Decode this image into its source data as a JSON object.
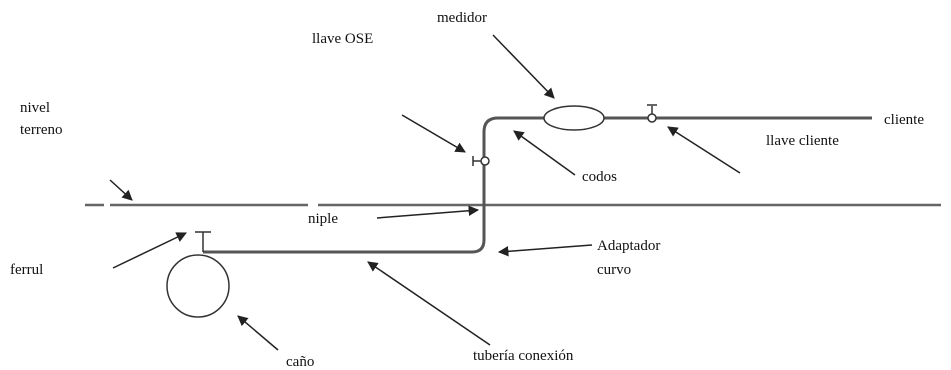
{
  "labels": {
    "medidor": "medidor",
    "llave_ose": "llave OSE",
    "nivel_terreno_line1": "nivel",
    "nivel_terreno_line2": "terreno",
    "cliente": "cliente",
    "llave_cliente": "llave cliente",
    "codos": "codos",
    "niple": "niple",
    "adaptador_line1": "Adaptador",
    "adaptador_line2": "curvo",
    "ferrul": "ferrul",
    "cano": "caño",
    "tuberia_conexion": "tubería conexión"
  },
  "colors": {
    "pipe": "#555555",
    "ground": "#666666",
    "text": "#111111",
    "background": "#ffffff"
  }
}
